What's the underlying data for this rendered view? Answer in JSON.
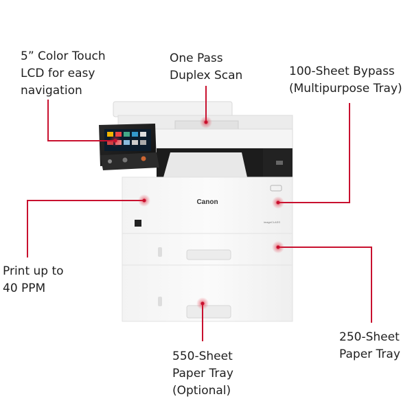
{
  "brand": {
    "logo_text": "Canon",
    "model_text": "imageCLASS"
  },
  "callouts": {
    "lcd": {
      "lines": [
        "5” Color Touch",
        "LCD for easy",
        "navigation"
      ]
    },
    "duplex": {
      "lines": [
        "One Pass",
        "Duplex Scan"
      ]
    },
    "bypass": {
      "lines": [
        "100-Sheet Bypass",
        "(Multipurpose Tray)"
      ]
    },
    "ppm": {
      "lines": [
        "Print up to",
        "40 PPM"
      ]
    },
    "tray550": {
      "lines": [
        "550-Sheet",
        "Paper Tray",
        "(Optional)"
      ]
    },
    "tray250": {
      "lines": [
        "250-Sheet",
        "Paper Tray"
      ]
    }
  },
  "colors": {
    "callout_line": "#c8102e",
    "text": "#1f1f1f"
  }
}
